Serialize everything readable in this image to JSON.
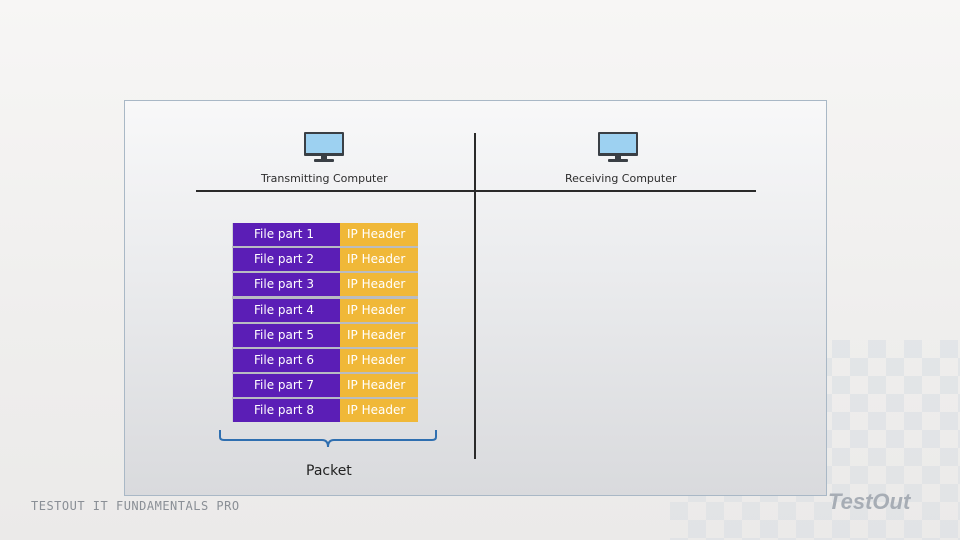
{
  "diagram": {
    "transmitting_label": "Transmitting Computer",
    "receiving_label": "Receiving Computer",
    "packet_label": "Packet",
    "rows": [
      {
        "file": "File part 1",
        "header": "IP Header"
      },
      {
        "file": "File part 2",
        "header": "IP Header"
      },
      {
        "file": "File part 3",
        "header": "IP Header"
      },
      {
        "file": "File part 4",
        "header": "IP Header"
      },
      {
        "file": "File part 5",
        "header": "IP Header"
      },
      {
        "file": "File part 6",
        "header": "IP Header"
      },
      {
        "file": "File part 7",
        "header": "IP Header"
      },
      {
        "file": "File part 8",
        "header": "IP Header"
      }
    ],
    "colors": {
      "file_part": "#5b1eb6",
      "ip_header": "#f0b838",
      "monitor_screen": "#9dd1f1"
    }
  },
  "footer": {
    "course": "TESTOUT IT FUNDAMENTALS PRO",
    "brand": "TestOut"
  }
}
